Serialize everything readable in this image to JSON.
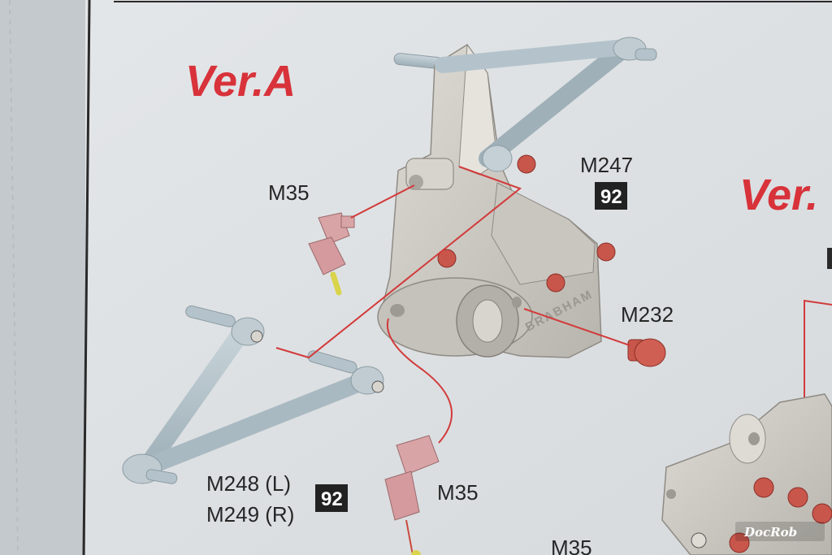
{
  "sheet": {
    "heading_a": "Ver.A",
    "heading_b_partial": "Ver.",
    "brand_cast_text": "BRABHAM",
    "watermark": "DocRob",
    "colors": {
      "paper": "#dfe2e4",
      "heading": "#d8323a",
      "leader_line": "#d23a3a",
      "part_grey": "#cfccc6",
      "rod_blue": "#b4c3cb",
      "bolt_red": "#c8564b",
      "joint_pink": "#d9a4a6",
      "badge_bg": "#222222"
    }
  },
  "parts": {
    "m35_top": {
      "code": "M35"
    },
    "m35_bottom": {
      "code": "M35"
    },
    "m35_edge": {
      "code": "M35"
    },
    "m247": {
      "code": "M247",
      "paint_ref": "92"
    },
    "m232": {
      "code": "M232"
    },
    "m248": {
      "code": "M248 (L)",
      "paint_ref": "92"
    },
    "m249": {
      "code": "M249 (R)"
    }
  }
}
